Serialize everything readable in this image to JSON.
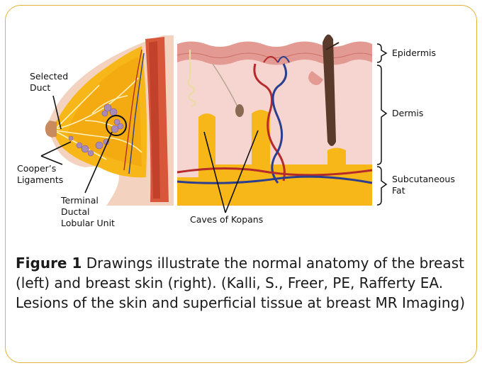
{
  "labels": {
    "selected_duct": "Selected\nDuct",
    "coopers": "Cooper’s\nLigaments",
    "tdlu": "Terminal\nDuctal\nLobular Unit",
    "caves": "Caves of Kopans",
    "epidermis": "Epidermis",
    "dermis": "Dermis",
    "subcutaneous": "Subcutaneous\nFat"
  },
  "caption": {
    "figure_label": "Figure 1",
    "text": "Drawings illustrate the normal anatomy of the breast (left) and breast skin (right). (Kalli, S., Freer, PE, Rafferty EA. Lesions of the skin and superficial tissue at breast MR Imaging)"
  },
  "colors": {
    "border": "#e2b33a",
    "fat": "#f7b718",
    "skin": "#f1c6c0",
    "epidermis": "#e39a92",
    "artery": "#b52a2a",
    "vein": "#2b3e8f"
  }
}
